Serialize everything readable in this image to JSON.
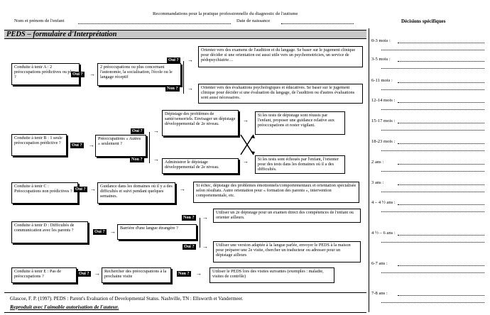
{
  "header": {
    "title": "Recommandations pour la pratique professionnelle du diagnostic de l'autisme",
    "name_label": "Nom et prénom de l'enfant",
    "dob_label": "Date de naissance"
  },
  "decisions": {
    "title": "Décisions spécifiques",
    "ages": [
      "0-3 mois :",
      "3-5 mois :",
      "6-11 mois :",
      "12-14 mois :",
      "15-17 mois :",
      "18-23 mois :",
      "2 ans :",
      "3 ans :",
      "4 – 4 ½ ans :",
      "4 ½ – 6 ans :",
      "6-7 ans :",
      "7-8 ans :"
    ]
  },
  "form_title": "PEDS – formulaire d'Interprétation",
  "tags": {
    "oui": "Oui ?",
    "non": "Non ?"
  },
  "a": {
    "conduite": "Conduite à tenir A : 2 préoccupations prédictives ou plus ?",
    "middle": "2 préoccupations ou plus concernant l'autonomie, la socialisation, l'école ou le langage réceptif",
    "yes": "Orienter vers des examens de l'audition et du langage. Se baser sur le jugement clinique pour décider si une orientation est aussi utile vers un psychomotricien, un service de pédopsychiatrie…",
    "no": "Orienter vers des évaluations psychologiques et éducatives. Se baser sur le jugement clinique pour décider si une évaluation du langage, de l'audition ou d'autres évaluations sont aussi nécessaires."
  },
  "b": {
    "conduite": "Conduite à tenir B : 1 seule préoccupation prédictive ?",
    "middle": "Préoccupations « Autres » seulement ?",
    "yes": "Dépistage des problèmes de santé/sensoriels. Envisager un dépistage développemental de 2e niveau.",
    "no": "Administrer le dépistage développemental de 2e niveau.",
    "right_yes": "Si les tests de dépistage sont réussis par l'enfant, proposer une guidance relative aux préoccupations et rester vigilant.",
    "right_no": "Si les tests sont échoués par l'enfant, l'orienter pour des tests dans les domaines où il a des difficultés."
  },
  "c": {
    "conduite": "Conduite à tenir C : Préoccupations non prédictives ?",
    "middle": "Guidance dans les domaines où il y a des difficultés et suivi pendant quelques semaines.",
    "right": "Si échec, dépistage des problèmes émotionnels/comportementaux et orientation spécialisée selon résultats. Autre orientation pour « formation des parents », intervention comportementale, etc."
  },
  "d": {
    "conduite": "Conduite à tenir D : Difficultés de communication avec les parents ?",
    "middle": "Barrière d'une langue étrangère ?",
    "no": "Utiliser un 2e dépistage pour un examen direct des compétences de l'enfant ou orienter ailleurs.",
    "yes": "Utiliser une version adaptée à la langue parlée, envoyer le PEDS à la maison pour préparer une 2e visite, chercher un traducteur ou adresser pour un dépistage ailleurs"
  },
  "e": {
    "conduite": "Conduite à tenir E : Pas de préoccupations ?",
    "middle": "Rechercher des préoccupations à la prochaine visite",
    "right": "Utiliser le PEDS lors des visites suivantes (exemples : maladie, visites de contrôle)"
  },
  "footer": {
    "citation": "Glascoe, F. P. (1997). PEDS : Parent's Evaluation of Developmental Status. Nashville, TN : Ellsworth et Vandermeer.",
    "reproduced": "Reproduit avec l'aimable autorisation de l'auteur."
  }
}
